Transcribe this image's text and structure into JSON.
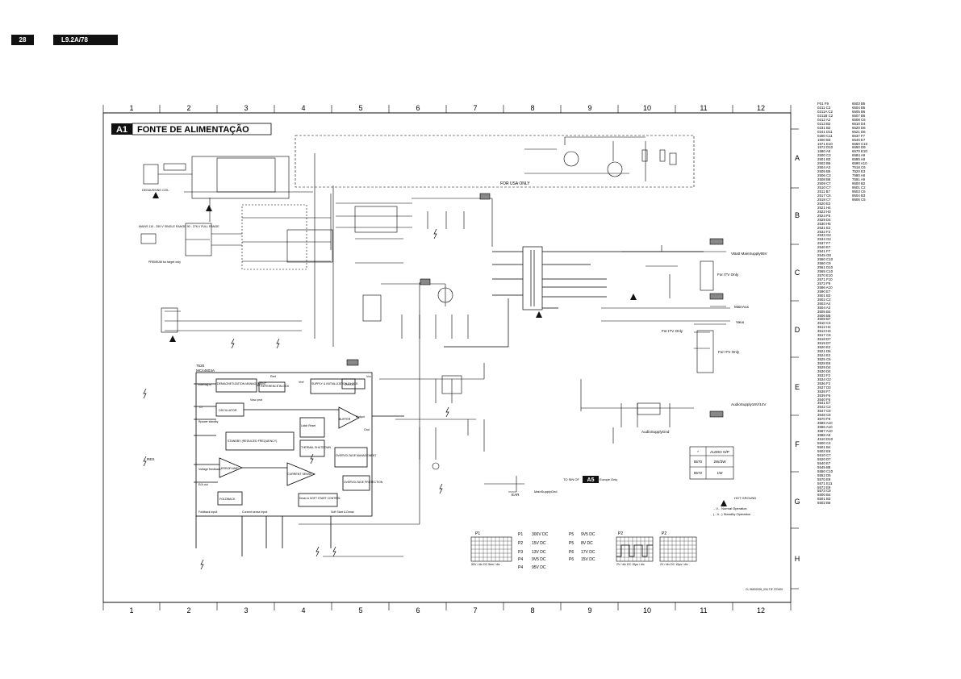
{
  "header": {
    "page_number": "28",
    "model": "L9.2A/78"
  },
  "grid": {
    "columns": [
      "1",
      "2",
      "3",
      "4",
      "5",
      "6",
      "7",
      "8",
      "9",
      "10",
      "11",
      "12"
    ],
    "rows": [
      "A",
      "B",
      "C",
      "D",
      "E",
      "F",
      "G",
      "H"
    ]
  },
  "diagram": {
    "section_code": "A1",
    "title": "FONTE DE ALIMENTAÇÃO",
    "usa_box_label": "FOR USA ONLY",
    "ic_main": {
      "ref": "7520",
      "part": "MC44603A"
    },
    "ic_blocks": {
      "demag": "DEMAGNETIZATION MANAGEMENT",
      "reference": "REFERENCE BLOCK",
      "supply": "SUPPLY & INITIALIZATION BLOCK",
      "uvlo1": "UVLO1",
      "oscillator": "OSCILLATOR",
      "buffer": "BUFFER",
      "standby": "STANDBY (REDUCED FREQUENCY)",
      "thermal": "THERMAL SHUTDOWN",
      "overvoltage": "OVERVOLTAGE MANAGEMENT",
      "error_amp": "ERROR AMP",
      "current_sense": "CURRENT SENSE",
      "ovp": "OVERVOLTAGE PROTECTION",
      "foldback": "FOLDBACK",
      "dmax": "Dmax & SOFT START CONTROL",
      "latch": "Latch Reset"
    },
    "ic_pins": [
      "Vdemag in",
      "Rref",
      "Vref",
      "Vcc",
      "Vosc prot",
      "Ct",
      "Rpower standby",
      "Voltage feedback",
      "E/A out",
      "Foldback input",
      "Current sense input",
      "Soft Start & Dmax",
      "Gnd",
      "Output"
    ],
    "labels": {
      "mains_range": "MAINS 110 - 250 V SINGLE RANGE 90 - 276 V FULL RANGE",
      "degauss": "DEGAUSSING COIL",
      "premium": "PREMIUM for target only",
      "for_itv_1": "For ITV Only",
      "for_itv_2": "For ITV Only",
      "for_itv_3": "For ITV Only",
      "vbatt": "VBatt MainSupply95V",
      "mainaux": "MainAux",
      "vaux": "Vaux",
      "audio_supply": "AudioSupply16V/14V",
      "audio_gnd": "AudioSupplyGnd",
      "mainsupplygnd": "MainSupplyGnd",
      "to_sin": "TO SIN OF",
      "europe_only": "Europe Only",
      "a5": "A5",
      "hot_ground": "HOT GROUND",
      "normal_op": "...V... Normal Operation",
      "standby_op": "(...V...) Standby Operation",
      "ear": "EAR",
      "res": "RES",
      "doc_code": "CL 96532026_034.TIF 270400"
    },
    "audio_table": {
      "headers": [
        "*",
        "AUDIO O/P"
      ],
      "rows": [
        [
          "5570",
          "2W/3W"
        ],
        [
          "5572",
          "1W"
        ]
      ]
    },
    "measurements": [
      {
        "id": "P1",
        "value": "300V DC"
      },
      {
        "id": "P2",
        "value": "15V DC"
      },
      {
        "id": "P3",
        "value": "13V DC"
      },
      {
        "id": "P4",
        "value": "9V5 DC"
      },
      {
        "id": "P4b",
        "value": "95V DC"
      },
      {
        "id": "P5",
        "value": "9V5 DC"
      },
      {
        "id": "P5b",
        "value": "8V DC"
      },
      {
        "id": "P6",
        "value": "17V DC"
      },
      {
        "id": "P6b",
        "value": "15V DC"
      }
    ],
    "scopes": [
      {
        "id": "P1",
        "caption": "50V / div DC 5ms / div"
      },
      {
        "id": "P2",
        "caption": "2V / div DC 10µs / div"
      },
      {
        "id": "P2b",
        "caption": "2V / div DC 10µs / div"
      }
    ]
  },
  "reference_index": {
    "col1": [
      "F01 F9",
      "0211 C2",
      "0211A C2",
      "0211B C2",
      "0212 A2",
      "0213 B2",
      "0231 B2",
      "0241 D11",
      "0250 C11",
      "1500 B3",
      "1571 E10",
      "1572 D10",
      "1580 A8",
      "2500 C3",
      "2501 B3",
      "2502 B6",
      "2504 A3",
      "2505 B5",
      "2506 C3",
      "2508 B6",
      "2509 C7",
      "2510 C7",
      "2511 B7",
      "2517 C6",
      "2518 C7",
      "2520 E2",
      "2521 H4",
      "2522 H3",
      "2524 F6",
      "2529 D4",
      "2530 H5",
      "2531 E2",
      "2532 F2",
      "2533 G2",
      "2534 G2",
      "2537 F7",
      "2540 E7",
      "2541 F7",
      "2545 G8",
      "2550 C10",
      "2560 C9",
      "2561 D10",
      "2565 C10",
      "2570 E10",
      "2571 F10",
      "2572 F9",
      "2586 A10",
      "2590 E7",
      "3501 B3",
      "3502 C2",
      "3503 A4",
      "3504 A3",
      "3505 B4",
      "3506 B5",
      "3508 B7",
      "3510 C4",
      "3512 H2",
      "3513 H3",
      "3517 C6",
      "3518 D7",
      "3519 D7",
      "3520 E2",
      "3521 D6",
      "3524 E2",
      "3525 C6",
      "3528 E6",
      "3529 D4",
      "3530 D4",
      "3532 F2",
      "3534 G2",
      "3536 F2",
      "3537 D3",
      "3538 F7",
      "3539 F6",
      "3540 F6",
      "3541 E7",
      "3542 C2",
      "3547 C5",
      "3548 C5",
      "3570 F9",
      "3585 A10",
      "3586 A10",
      "3587 A10",
      "3588 A9",
      "4510 D10",
      "5500 C4",
      "5501 B4",
      "5502 E6",
      "5510 C7",
      "5520 D7",
      "5540 E7",
      "5545 B8",
      "5550 C10",
      "5552 D5",
      "5570 E9",
      "5571 E11",
      "5572 E9",
      "5573 C9",
      "6500 B4",
      "6501 B3",
      "6502 B6"
    ],
    "col2": [
      "6503 B5",
      "6504 B5",
      "6505 B6",
      "6507 B6",
      "6508 C6",
      "6510 D4",
      "6520 D6",
      "6521 D6",
      "6537 F7",
      "6540 E7",
      "6550 C10",
      "6560 D9",
      "6570 E10",
      "6584 A9",
      "6585 A8",
      "6590 A10",
      "7518 C6",
      "7520 E3",
      "7580 A8",
      "7591 A9",
      "9500 B2",
      "9501 C2",
      "9503 C6",
      "9504 B3",
      "9506 C5"
    ]
  }
}
